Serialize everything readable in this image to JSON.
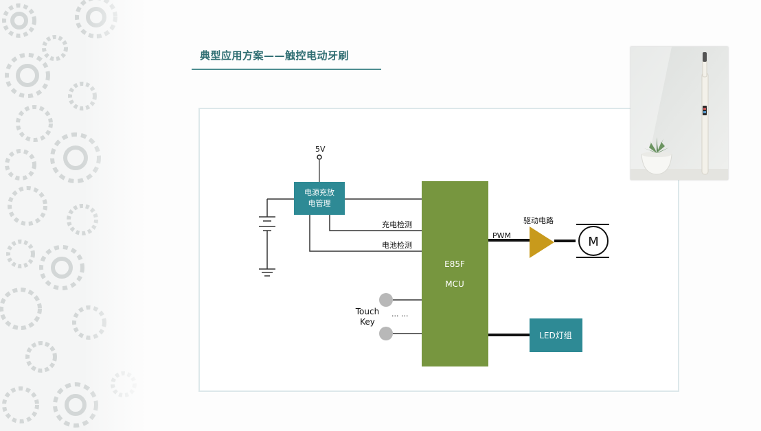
{
  "slide": {
    "title": "典型应用方案——触控电动牙刷"
  },
  "diagram": {
    "power_label": "5V",
    "pmu_line1": "电源充放",
    "pmu_line2": "电管理",
    "charge_detect": "充电检测",
    "battery_detect": "电池检测",
    "mcu_line1": "E85F",
    "mcu_line2": "MCU",
    "pwm": "PWM",
    "driver": "驱动电路",
    "motor": "M",
    "touch_line1": "Touch",
    "touch_line2": "Key",
    "ellipsis": "··· ···",
    "led": "LED灯组"
  },
  "colors": {
    "title": "#2f6e72",
    "teal_block": "#2e8a95",
    "mcu_block": "#77963f",
    "driver": "#c89a1c",
    "touch_pad": "#b8b8b8"
  },
  "icons": {
    "decor": "gear-pattern",
    "photo": "toothbrush-photo"
  }
}
